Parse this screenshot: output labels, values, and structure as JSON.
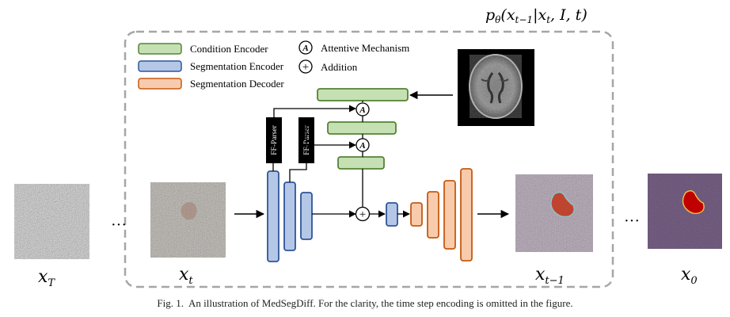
{
  "formula": {
    "p": "p",
    "theta": "θ",
    "open": "(",
    "x1": "x",
    "sub1": "t−1",
    "bar": "|",
    "x2": "x",
    "sub2": "t",
    "rest": ", I, t)"
  },
  "legend": {
    "condition_encoder": "Condition Encoder",
    "segmentation_encoder": "Segmentation Encoder",
    "segmentation_decoder": "Segmentation Decoder",
    "attentive_mechanism": "Attentive Mechanism",
    "attentive_symbol": "A",
    "addition": "Addition",
    "addition_symbol": "+"
  },
  "ff_parser_label": "FF-Parser",
  "attn_symbol": "A",
  "add_symbol": "+",
  "ellipsis": "···",
  "labels": {
    "x_T": {
      "var": "x",
      "sub": "T"
    },
    "x_t": {
      "var": "x",
      "sub": "t"
    },
    "x_t_minus_1": {
      "var": "x",
      "sub": "t−1"
    },
    "x_0": {
      "var": "x",
      "sub": "0"
    }
  },
  "caption": {
    "figno": "Fig. 1.",
    "text": "An illustration of MedSegDiff. For the clarity, the time step encoding is omitted in the figure."
  },
  "colors": {
    "condition_fill": "#c5e0b3",
    "condition_stroke": "#548235",
    "encoder_fill": "#b4c7e7",
    "encoder_stroke": "#2f5597",
    "decoder_fill": "#f8cbad",
    "decoder_stroke": "#c55a11",
    "dashed_border": "#a6a6a6",
    "mask_red": "#c00000"
  }
}
